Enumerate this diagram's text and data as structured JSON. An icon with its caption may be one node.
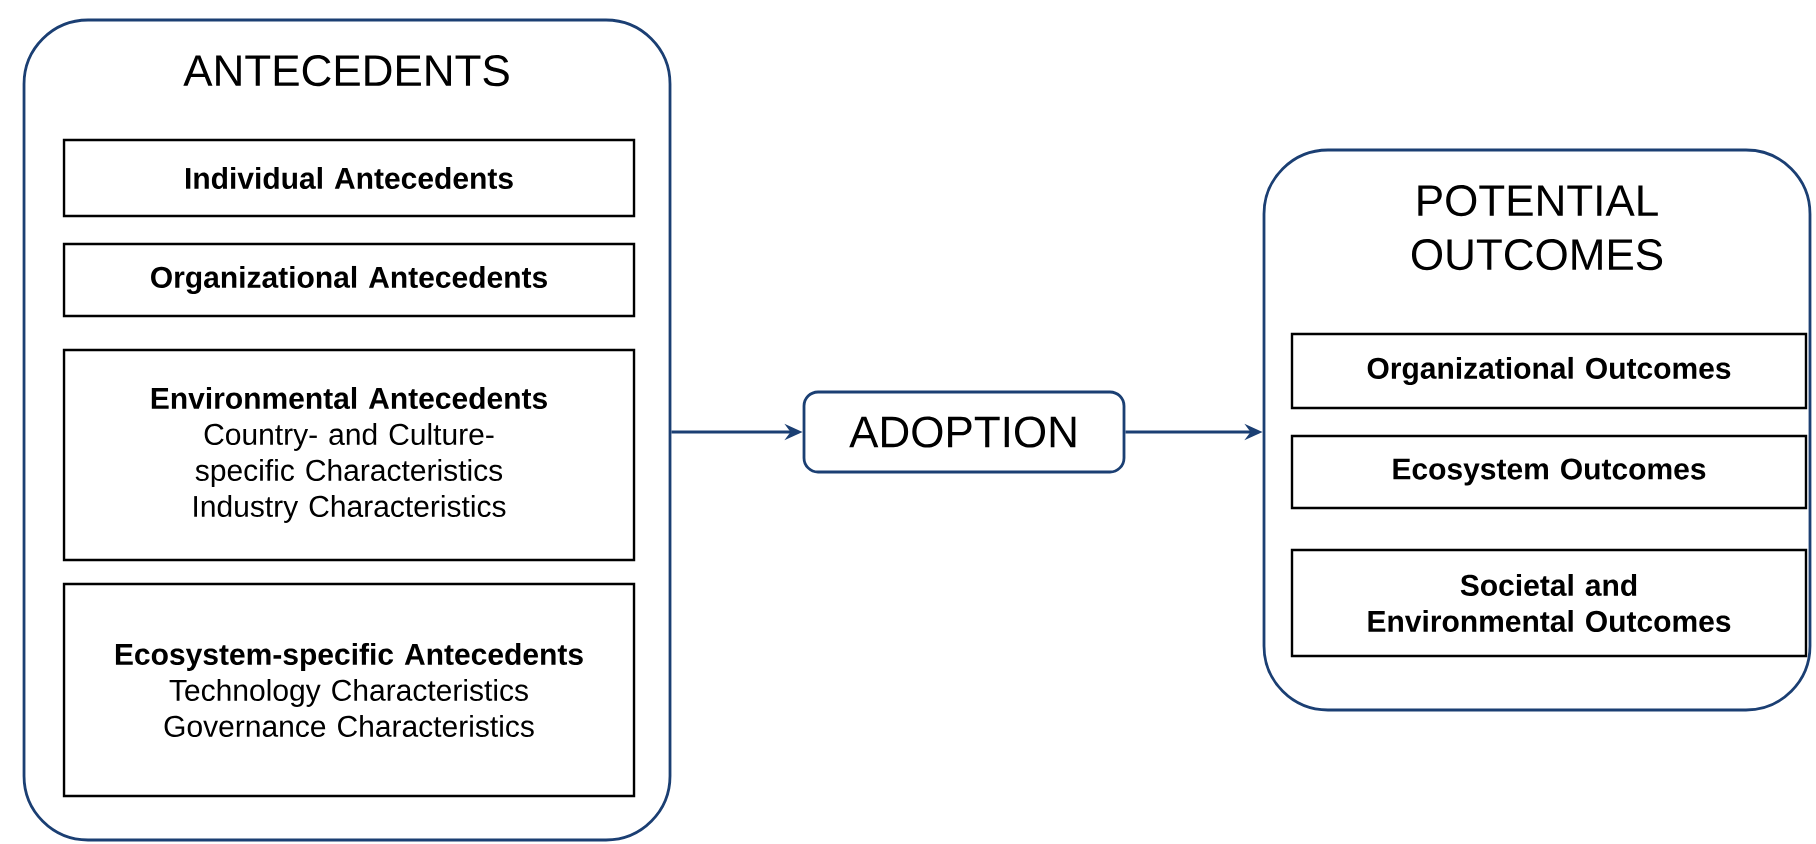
{
  "diagram": {
    "nodes": [
      {
        "text": [
          "ANTECEDENTS"
        ]
      },
      {
        "text": [
          "Individual Antecedents"
        ],
        "in": 0
      },
      {
        "text": [
          "Organizational Antecedents"
        ],
        "in": 0
      },
      {
        "text": [
          "Environmental Antecedents",
          "Country- and Culture-specific Characteristics",
          "Industry Characteristics"
        ],
        "in": 0
      },
      {
        "text": [
          "Ecosystem-specific Antecedents",
          "Technology Characteristics",
          "Governance Characteristics"
        ],
        "in": 0
      },
      {
        "text": [
          "ADOPTION"
        ]
      },
      {
        "text": [
          "POTENTIAL OUTCOMES"
        ]
      },
      {
        "text": [
          "Organizational Outcomes"
        ],
        "in": 6
      },
      {
        "text": [
          "Ecosystem Outcomes"
        ],
        "in": 6
      },
      {
        "text": [
          "Societal and Environmental Outcomes"
        ],
        "in": 6
      }
    ],
    "edges": [
      {
        "from": 0,
        "to": 5,
        "arrow": "to"
      },
      {
        "from": 5,
        "to": 6,
        "arrow": "to"
      }
    ]
  }
}
